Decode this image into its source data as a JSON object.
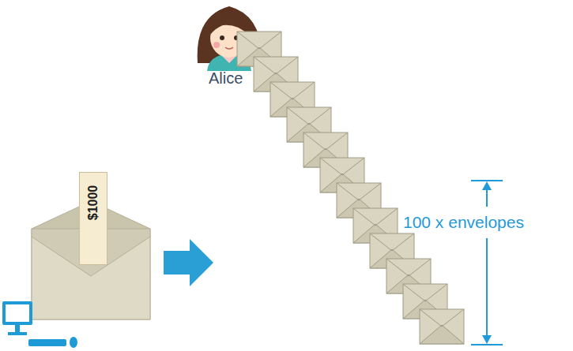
{
  "diagram": {
    "nodes": [
      {
        "text": [
          "$1000"
        ]
      }
    ],
    "labels": [
      "Alice",
      "100 x envelopes"
    ]
  }
}
